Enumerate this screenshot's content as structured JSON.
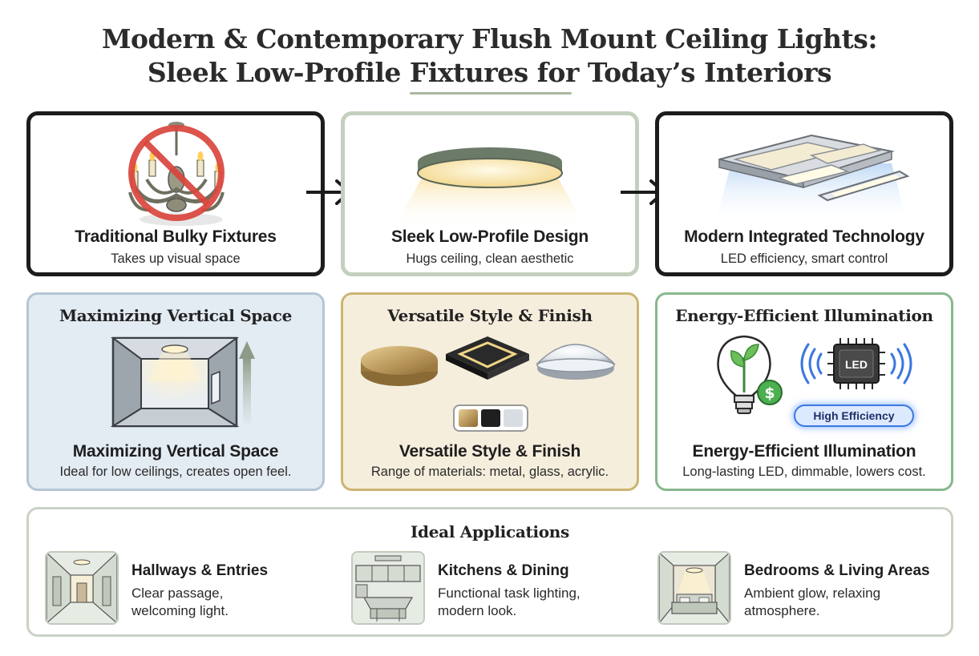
{
  "title": {
    "line1": "Modern & Contemporary Flush Mount Ceiling Lights:",
    "line2": "Sleek Low-Profile Fixtures for Today’s Interiors"
  },
  "evolution": [
    {
      "title": "Traditional Bulky Fixtures",
      "desc": "Takes up visual space"
    },
    {
      "title": "Sleek Low-Profile Design",
      "desc": "Hugs ceiling, clean aesthetic"
    },
    {
      "title": "Modern Integrated Technology",
      "desc": "LED efficiency, smart control"
    }
  ],
  "benefits": [
    {
      "heading": "Maximizing Vertical Space",
      "title": "Maximizing Vertical Space",
      "desc": "Ideal for low ceilings, creates open feel."
    },
    {
      "heading": "Versatile Style & Finish",
      "title": "Versatile Style & Finish",
      "desc": "Range of materials: metal, glass, acrylic."
    },
    {
      "heading": "Energy-Efficient Illumination",
      "title": "Energy-Efficient Illumination",
      "desc": "Long-lasting LED, dimmable, lowers cost.",
      "chip_label": "LED",
      "badge": "High Efficiency"
    }
  ],
  "applications": {
    "heading": "Ideal Applications",
    "items": [
      {
        "title": "Hallways & Entries",
        "desc_line1": "Clear passage,",
        "desc_line2": "welcoming light."
      },
      {
        "title": "Kitchens & Dining",
        "desc_line1": "Functional task lighting,",
        "desc_line2": "modern look."
      },
      {
        "title": "Bedrooms & Living Areas",
        "desc_line1": "Ambient glow, relaxing",
        "desc_line2": "atmosphere."
      }
    ]
  },
  "colors": {
    "accent_sage": "#a9b7a0",
    "vertical_bg": "#e3ebf3",
    "style_bg": "#f6eedd",
    "energy_border": "#88b88d",
    "prohibit_red": "#d9453d",
    "badge_blue": "#3a78e0"
  }
}
